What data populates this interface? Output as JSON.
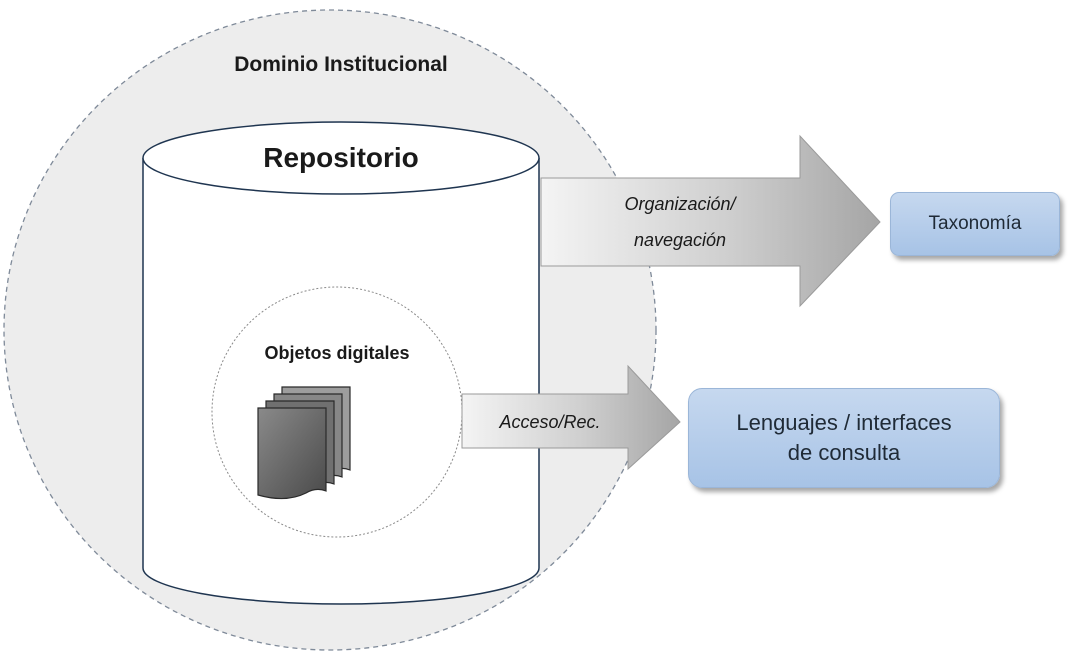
{
  "domain_label": "Dominio Institucional",
  "repository": {
    "title": "Repositorio",
    "objects_label": "Objetos digitales",
    "objects_icon": "stacked-documents-icon"
  },
  "arrows": {
    "organization": {
      "line1": "Organización/",
      "line2": "navegación"
    },
    "access": {
      "label": "Acceso/Rec."
    }
  },
  "targets": {
    "taxonomy": "Taxonomía",
    "query_interfaces": {
      "line1": "Lenguajes / interfaces",
      "line2": "de consulta"
    }
  },
  "colors": {
    "domain_fill": "#ededed",
    "target_box": "#b8cfeb",
    "arrow_dark": "#9a9a9a",
    "arrow_light": "#f7f7f7"
  }
}
